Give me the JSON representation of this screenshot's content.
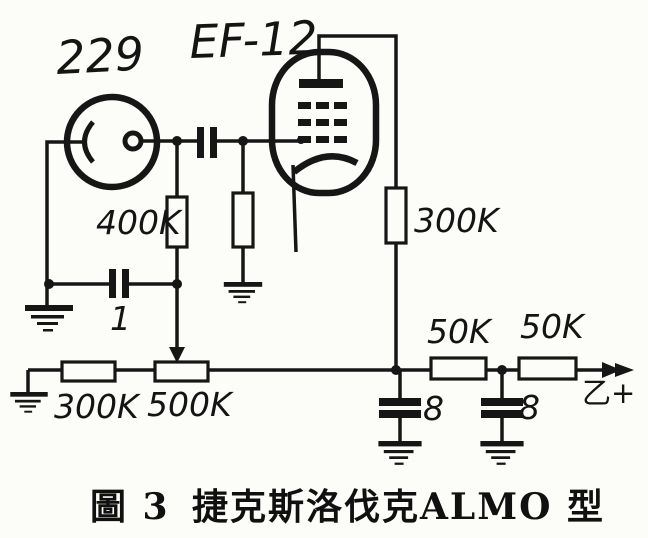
{
  "page": {
    "ink_color": "#161616",
    "paper_color": "#fcfcf9"
  },
  "schematic": {
    "microphone": {
      "model": "229"
    },
    "tube": {
      "model": "EF-12"
    },
    "labels": {
      "mic_load_resistor": "400K",
      "plate_resistor": "300K",
      "coupling_cap": "1",
      "divider_resistor": "300K",
      "volume_pot": "500K",
      "dropping_resistor_1": "50K",
      "dropping_resistor_2": "50K",
      "filter_cap_1": "8",
      "filter_cap_2": "8",
      "supply": "乙+"
    }
  },
  "caption": {
    "figure_no": "圖 3",
    "title": "捷克斯洛伐克ALMO 型"
  }
}
